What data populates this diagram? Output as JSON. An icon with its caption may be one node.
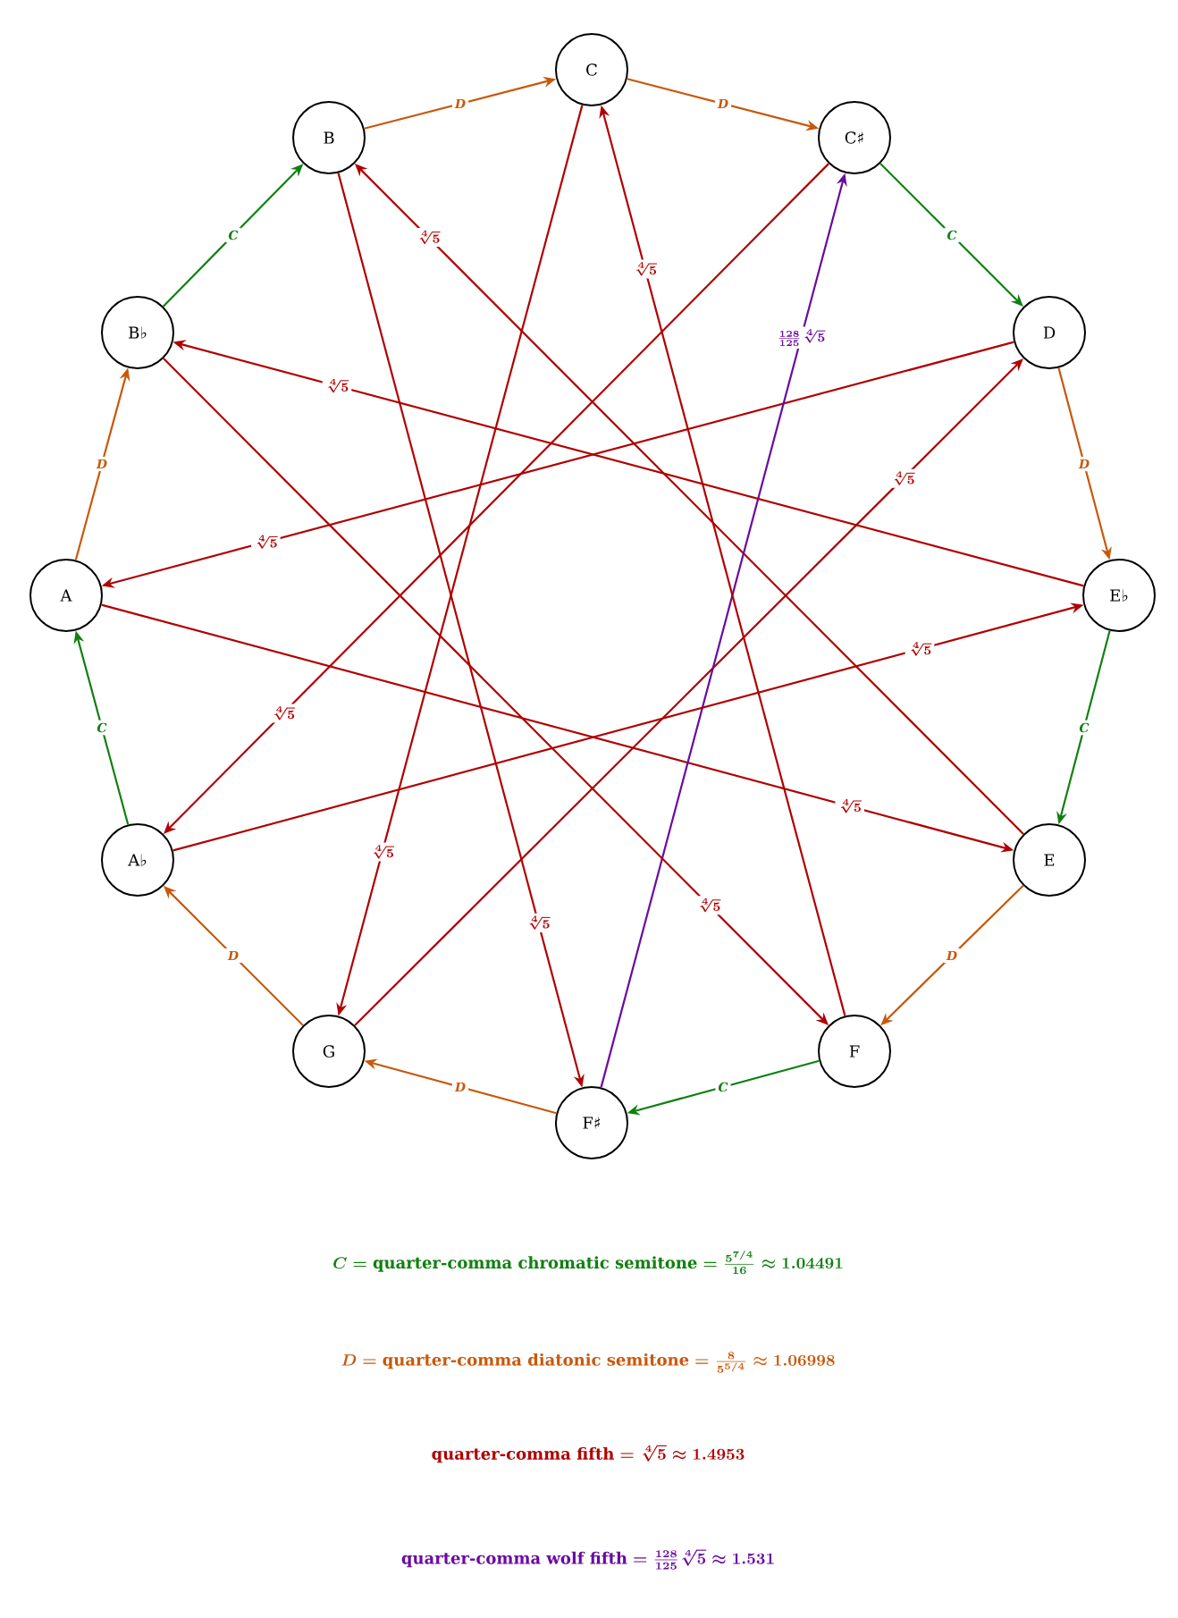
{
  "diagram": {
    "nodes": [
      {
        "text": [
          "C"
        ]
      },
      {
        "text": [
          "C♯"
        ]
      },
      {
        "text": [
          "D"
        ]
      },
      {
        "text": [
          "E♭"
        ]
      },
      {
        "text": [
          "E"
        ]
      },
      {
        "text": [
          "F"
        ]
      },
      {
        "text": [
          "F♯"
        ]
      },
      {
        "text": [
          "G"
        ]
      },
      {
        "text": [
          "A♭"
        ]
      },
      {
        "text": [
          "A"
        ]
      },
      {
        "text": [
          "B♭"
        ]
      },
      {
        "text": [
          "B"
        ]
      }
    ],
    "edges": [
      {
        "from": 11,
        "to": 0,
        "arrow": "to",
        "label": "D",
        "color": "#c8580a"
      },
      {
        "from": 0,
        "to": 1,
        "arrow": "to",
        "label": "D",
        "color": "#c8580a"
      },
      {
        "from": 1,
        "to": 2,
        "arrow": "to",
        "label": "C",
        "color": "#108010"
      },
      {
        "from": 2,
        "to": 3,
        "arrow": "to",
        "label": "D",
        "color": "#c8580a"
      },
      {
        "from": 3,
        "to": 4,
        "arrow": "to",
        "label": "C",
        "color": "#108010"
      },
      {
        "from": 4,
        "to": 5,
        "arrow": "to",
        "label": "D",
        "color": "#c8580a"
      },
      {
        "from": 5,
        "to": 6,
        "arrow": "to",
        "label": "C",
        "color": "#108010"
      },
      {
        "from": 6,
        "to": 7,
        "arrow": "to",
        "label": "D",
        "color": "#c8580a"
      },
      {
        "from": 7,
        "to": 8,
        "arrow": "to",
        "label": "D",
        "color": "#c8580a"
      },
      {
        "from": 8,
        "to": 9,
        "arrow": "to",
        "label": "C",
        "color": "#108010"
      },
      {
        "from": 9,
        "to": 10,
        "arrow": "to",
        "label": "D",
        "color": "#c8580a"
      },
      {
        "from": 10,
        "to": 11,
        "arrow": "to",
        "label": "C",
        "color": "#108010"
      },
      {
        "from": 0,
        "to": 7,
        "arrow": "to",
        "label": "\\sqrt[4]{5}"
      },
      {
        "from": 7,
        "to": 2,
        "arrow": "to",
        "label": "\\sqrt[4]{5}"
      },
      {
        "from": 2,
        "to": 9,
        "arrow": "to",
        "label": "\\sqrt[4]{5}"
      },
      {
        "from": 9,
        "to": 4,
        "arrow": "to",
        "label": "\\sqrt[4]{5}"
      },
      {
        "from": 4,
        "to": 11,
        "arrow": "to",
        "label": "\\sqrt[4]{5}"
      },
      {
        "from": 11,
        "to": 6,
        "arrow": "to",
        "label": "\\sqrt[4]{5}"
      },
      {
        "from": 6,
        "to": 1,
        "arrow": "to",
        "label": "\\frac{128}{125}\\sqrt[4]{5}",
        "color": "#6a0aa0"
      },
      {
        "from": 1,
        "to": 8,
        "arrow": "to",
        "label": "\\sqrt[4]{5}"
      },
      {
        "from": 8,
        "to": 3,
        "arrow": "to",
        "label": "\\sqrt[4]{5}"
      },
      {
        "from": 3,
        "to": 10,
        "arrow": "to",
        "label": "\\sqrt[4]{5}"
      },
      {
        "from": 10,
        "to": 5,
        "arrow": "to",
        "label": "\\sqrt[4]{5}"
      },
      {
        "from": 5,
        "to": 0,
        "arrow": "to",
        "label": "\\sqrt[4]{5}"
      }
    ],
    "labels": [
      "C = \\text{quarter-comma chromatic semitone} = \\frac{5^{7/4}}{16} \\approx 1.04491",
      "D = \\text{quarter-comma diatonic semitone} = \\frac{8}{5^{5/4}} \\approx 1.06998",
      "\\text{quarter-comma fifth} = \\sqrt[4]{5} \\approx 1.4953",
      "\\text{quarter-comma wolf fifth} = \\frac{128}{125}\\sqrt[4]{5} \\approx 1.531"
    ]
  }
}
